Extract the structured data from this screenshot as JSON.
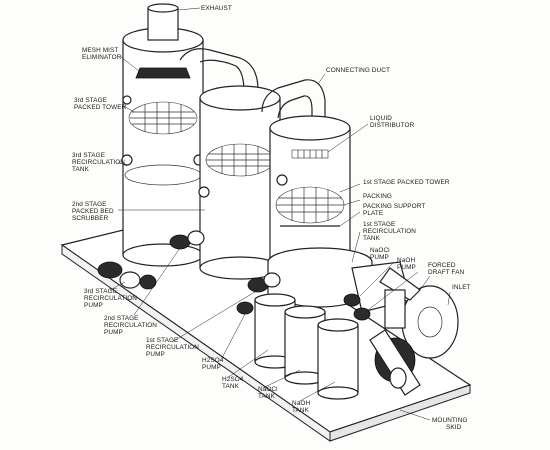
{
  "labels": {
    "exhaust": "EXHAUST",
    "mesh_mist_1": "MESH MIST",
    "mesh_mist_2": "ELIMINATOR",
    "connecting_duct": "CONNECTING DUCT",
    "stage3_tower_1": "3rd STAGE",
    "stage3_tower_2": "PACKED TOWER",
    "liquid_dist_1": "LIQUID",
    "liquid_dist_2": "DISTRIBUTOR",
    "stage3_tank_1": "3rd STAGE",
    "stage3_tank_2": "RECIRCULATION",
    "stage3_tank_3": "TANK",
    "stage1_tower": "1st STAGE PACKED TOWER",
    "packing": "PACKING",
    "support_1": "PACKING SUPPORT",
    "support_2": "PLATE",
    "stage2_scrub_1": "2nd STAGE",
    "stage2_scrub_2": "PACKED BED",
    "stage2_scrub_3": "SCRUBBER",
    "stage1_tank_1": "1st STAGE",
    "stage1_tank_2": "RECIRCULATION",
    "stage1_tank_3": "TANK",
    "naocl_pump_1": "NaOCl",
    "naocl_pump_2": "PUMP",
    "naoh_pump_1": "NaOH",
    "naoh_pump_2": "PUMP",
    "fan_1": "FORCED",
    "fan_2": "DRAFT FAN",
    "inlet": "INLET",
    "stage3_pump_1": "3rd STAGE",
    "stage3_pump_2": "RECIRCULATION",
    "stage3_pump_3": "PUMP",
    "stage2_pump_1": "2nd STAGE",
    "stage2_pump_2": "RECIRCULATION",
    "stage2_pump_3": "PUMP",
    "stage1_pump_1": "1st STAGE",
    "stage1_pump_2": "RECIRCULATION",
    "stage1_pump_3": "PUMP",
    "h2so4_pump_1": "H2SO4",
    "h2so4_pump_2": "PUMP",
    "h2so4_tank_1": "H2SO4",
    "h2so4_tank_2": "TANK",
    "naocl_tank_1": "NaOCl",
    "naocl_tank_2": "TANK",
    "naoh_tank_1": "NaOH",
    "naoh_tank_2": "TANK",
    "skid_1": "MOUNTING",
    "skid_2": "SKID"
  },
  "colors": {
    "ink": "#222222",
    "paper": "#fdfdfb"
  }
}
